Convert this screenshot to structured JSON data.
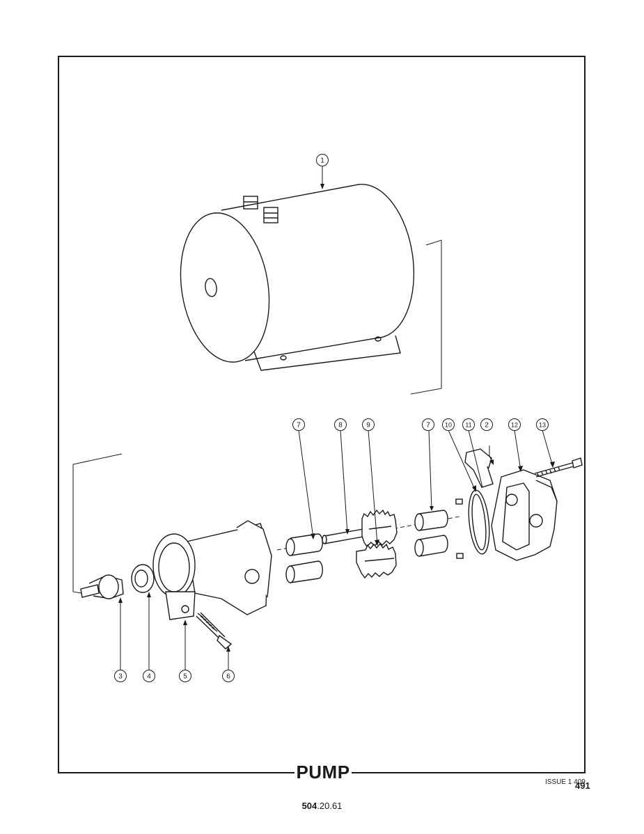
{
  "title": "PUMP",
  "issue": "ISSUE 1 409",
  "page_number": "491",
  "doc_number_bold": "504",
  "doc_number_rest": ".20.61",
  "callouts": {
    "c1": "1",
    "c2": "2",
    "c3": "3",
    "c4": "4",
    "c5": "5",
    "c6": "6",
    "c7a": "7",
    "c7b": "7",
    "c8": "8",
    "c9": "9",
    "c10": "10",
    "c11": "11",
    "c12": "12",
    "c13": "13"
  }
}
